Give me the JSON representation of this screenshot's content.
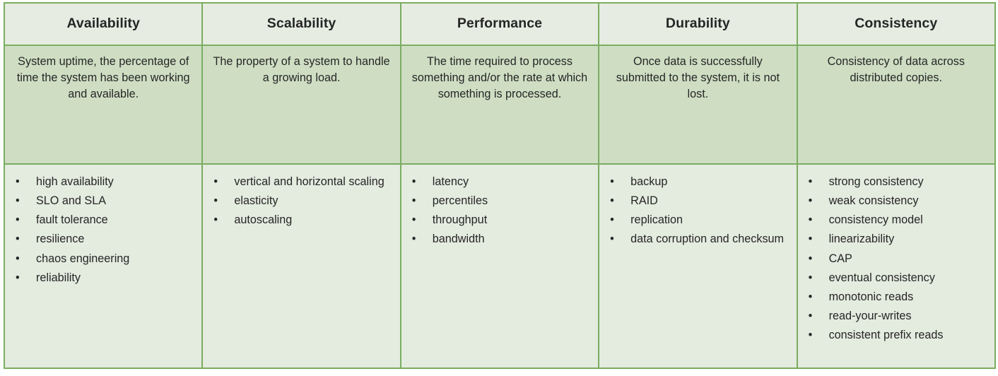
{
  "table": {
    "colors": {
      "border": "#7aad61",
      "header_bg": "#e6ece1",
      "description_bg": "#cfdec3",
      "items_bg": "#e4ebdf",
      "text": "#262626"
    },
    "columns": [
      {
        "title": "Availability",
        "description": "System uptime, the percentage of time the system has been working and available.",
        "items": [
          "high availability",
          "SLO and SLA",
          "fault tolerance",
          "resilience",
          "chaos engineering",
          "reliability"
        ]
      },
      {
        "title": "Scalability",
        "description": "The property of a system to handle a growing load.",
        "items": [
          "vertical and horizontal scaling",
          "elasticity",
          "autoscaling"
        ]
      },
      {
        "title": "Performance",
        "description": "The time required to process something and/or the rate at which something is processed.",
        "items": [
          "latency",
          "percentiles",
          "throughput",
          "bandwidth"
        ]
      },
      {
        "title": "Durability",
        "description": "Once data is successfully submitted to the system, it is not lost.",
        "items": [
          "backup",
          "RAID",
          "replication",
          "data corruption and checksum"
        ]
      },
      {
        "title": "Consistency",
        "description": "Consistency of data across distributed copies.",
        "items": [
          "strong consistency",
          "weak consistency",
          "consistency model",
          "linearizability",
          "CAP",
          "eventual consistency",
          "monotonic reads",
          "read-your-writes",
          "consistent prefix reads"
        ]
      }
    ],
    "bullet_glyph": "•"
  }
}
